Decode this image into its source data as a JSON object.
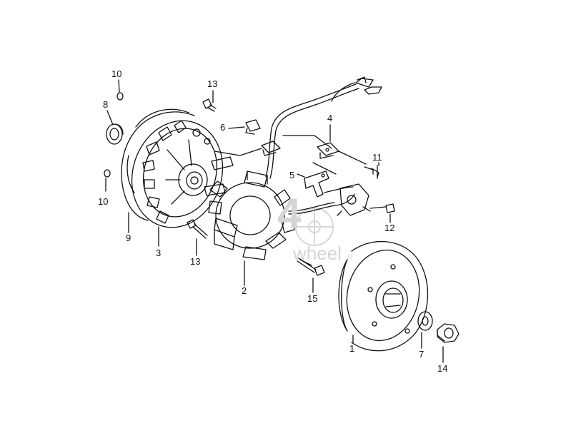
{
  "callouts": [
    {
      "id": "c10a",
      "text": "10"
    },
    {
      "id": "c13a",
      "text": "13"
    },
    {
      "id": "c8",
      "text": "8"
    },
    {
      "id": "c6",
      "text": "6"
    },
    {
      "id": "c4",
      "text": "4"
    },
    {
      "id": "c11",
      "text": "11"
    },
    {
      "id": "c5",
      "text": "5"
    },
    {
      "id": "c10b",
      "text": "10"
    },
    {
      "id": "c12",
      "text": "12"
    },
    {
      "id": "c9",
      "text": "9"
    },
    {
      "id": "c3",
      "text": "3"
    },
    {
      "id": "c13b",
      "text": "13"
    },
    {
      "id": "c2",
      "text": "2"
    },
    {
      "id": "c15",
      "text": "15"
    },
    {
      "id": "c1",
      "text": "1"
    },
    {
      "id": "c7",
      "text": "7"
    },
    {
      "id": "c14",
      "text": "14"
    }
  ],
  "watermark": {
    "big": "4",
    "small": "wheel",
    "suffix": "nl"
  },
  "colors": {
    "line": "#111111",
    "watermark": "#d4d4d4"
  }
}
